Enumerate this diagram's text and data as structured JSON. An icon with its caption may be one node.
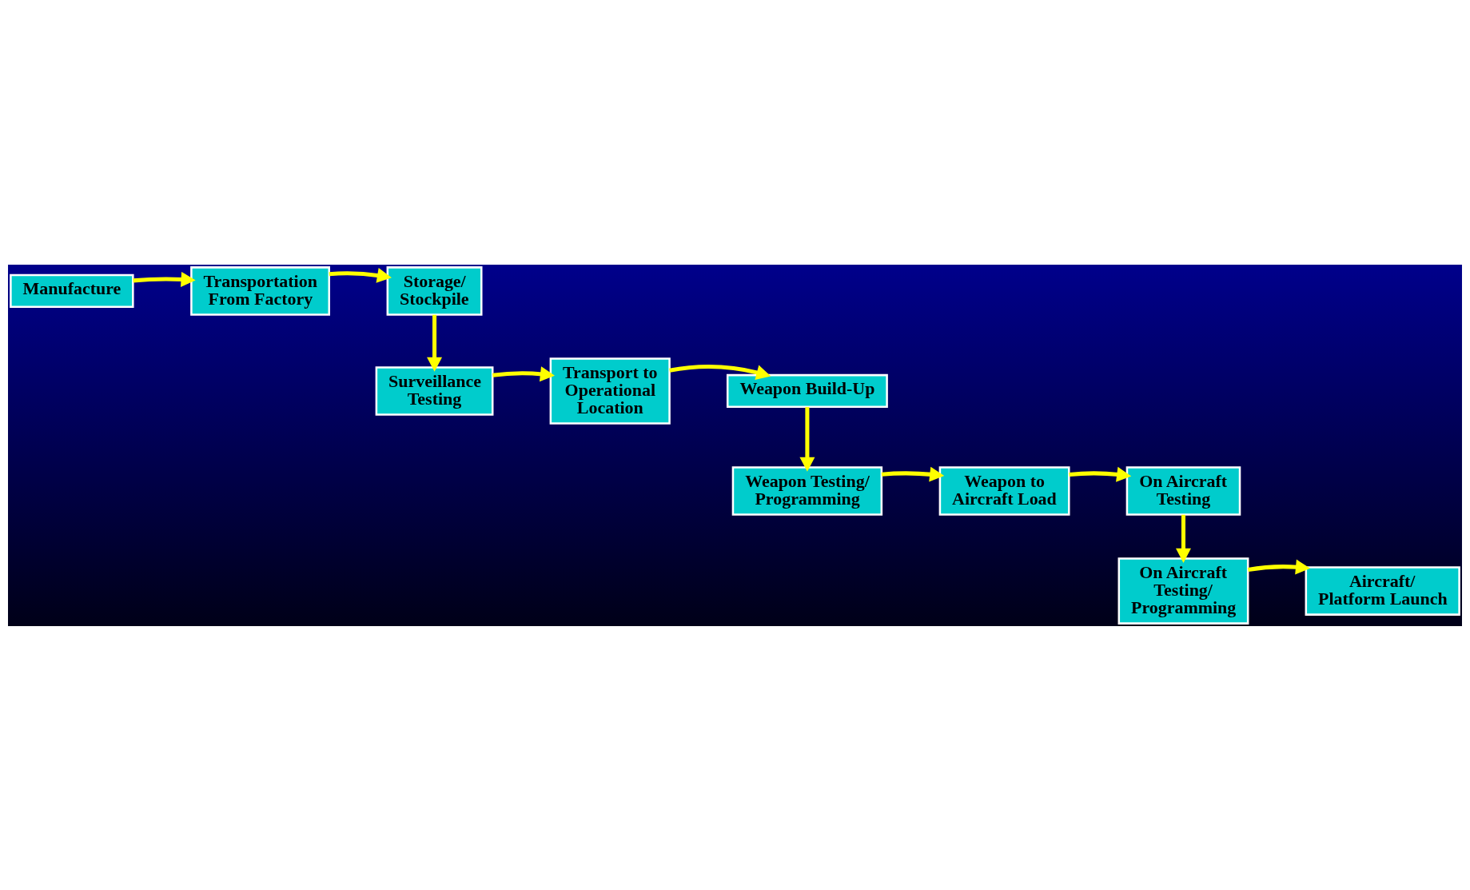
{
  "diagram": {
    "nodes": [
      {
        "text": [
          "Manufacture"
        ]
      },
      {
        "text": [
          "Transportation From Factory"
        ]
      },
      {
        "text": [
          "Storage/ Stockpile"
        ]
      },
      {
        "text": [
          "Surveillance Testing"
        ]
      },
      {
        "text": [
          "Transport to Operational Location"
        ]
      },
      {
        "text": [
          "Weapon Build-Up"
        ]
      },
      {
        "text": [
          "Weapon Testing/ Programming"
        ]
      },
      {
        "text": [
          "Weapon to Aircraft Load"
        ]
      },
      {
        "text": [
          "On Aircraft Testing"
        ]
      },
      {
        "text": [
          "On Aircraft Testing/ Programming"
        ]
      },
      {
        "text": [
          "Aircraft/ Platform Launch"
        ]
      }
    ],
    "edges": [
      {
        "from": 0,
        "to": 1,
        "arrow": "to"
      },
      {
        "from": 1,
        "to": 2,
        "arrow": "to"
      },
      {
        "from": 2,
        "to": 3,
        "arrow": "to"
      },
      {
        "from": 3,
        "to": 4,
        "arrow": "to"
      },
      {
        "from": 4,
        "to": 5,
        "arrow": "to"
      },
      {
        "from": 5,
        "to": 6,
        "arrow": "to"
      },
      {
        "from": 6,
        "to": 7,
        "arrow": "to"
      },
      {
        "from": 7,
        "to": 8,
        "arrow": "to"
      },
      {
        "from": 8,
        "to": 9,
        "arrow": "to"
      },
      {
        "from": 9,
        "to": 10,
        "arrow": "to"
      }
    ]
  }
}
